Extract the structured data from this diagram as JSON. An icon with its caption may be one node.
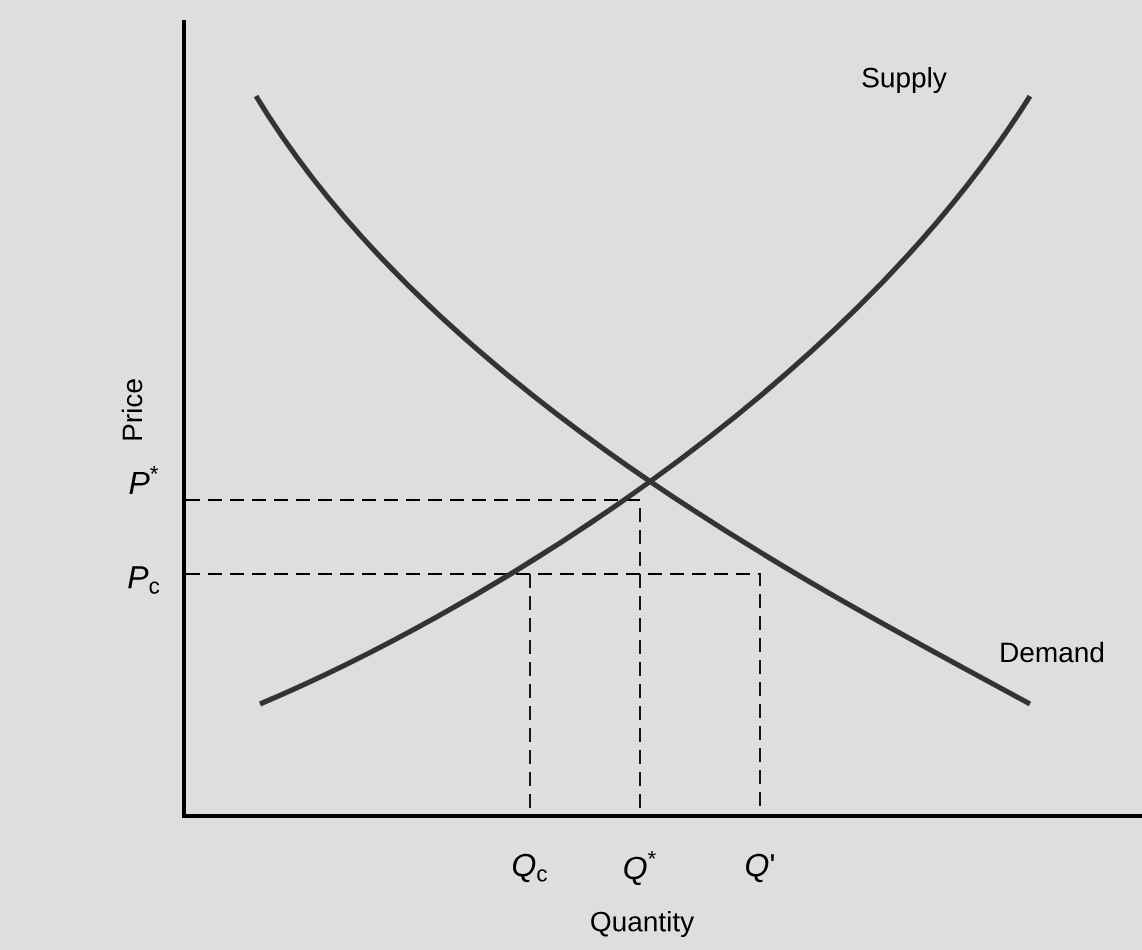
{
  "diagram": {
    "labels": [
      "Supply",
      "Price",
      "*P*$^{*}$",
      "*P*$_{c}$",
      "Demand",
      "*Q*$_{c}$",
      "*Q*$^{*}$",
      "*Q*'",
      "Quantity"
    ]
  }
}
